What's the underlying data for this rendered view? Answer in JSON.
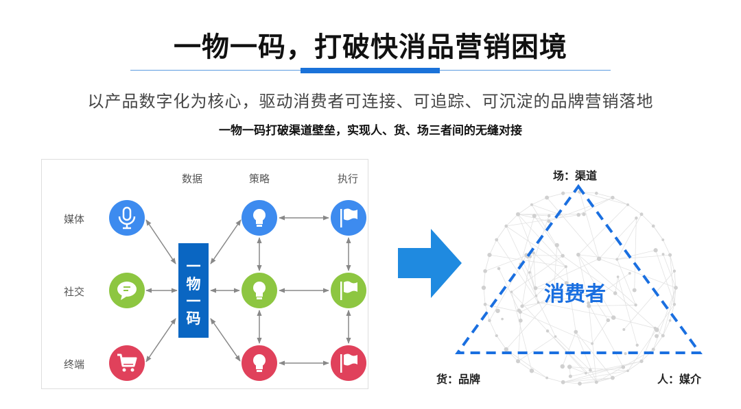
{
  "title": "一物一码，打破快消品营销困境",
  "subtitle": "以产品数字化为核心，驱动消费者可连接、可追踪、可沉淀的品牌营销落地",
  "tagline": "一物一码打破渠道壁垒，实现人、货、场三者间的无缝对接",
  "left_diagram": {
    "columns": [
      "数据",
      "策略",
      "执行"
    ],
    "rows": [
      "媒体",
      "社交",
      "终端"
    ],
    "center_box": [
      "一",
      "物",
      "一",
      "码"
    ],
    "row_colors": [
      "#3d8bef",
      "#8dc641",
      "#e0415b"
    ],
    "source_icons": [
      "microphone-icon",
      "chat-bubble-icon",
      "shopping-cart-icon"
    ],
    "strategy_icon": "lightbulb-icon",
    "execution_icon": "flag-icon"
  },
  "right_diagram": {
    "center": "消费者",
    "top_label": "场：渠道",
    "left_label": "货：品牌",
    "right_label": "人：媒介",
    "accent": "#1a6fe0"
  }
}
